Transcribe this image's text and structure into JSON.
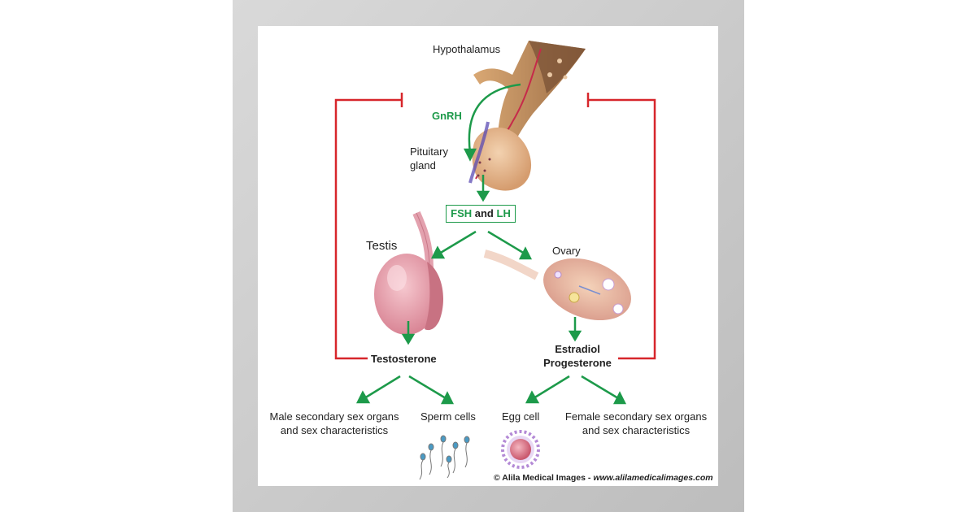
{
  "labels": {
    "hypothalamus": "Hypothalamus",
    "gnrh": "GnRH",
    "pituitary_line1": "Pituitary",
    "pituitary_line2": "gland",
    "fsh": "FSH",
    "and": "and",
    "lh": "LH",
    "testis": "Testis",
    "ovary": "Ovary",
    "testosterone": "Testosterone",
    "estradiol": "Estradiol",
    "progesterone": "Progesterone",
    "male_line1": "Male secondary sex organs",
    "male_line2": "and sex characteristics",
    "sperm": "Sperm cells",
    "egg": "Egg cell",
    "female_line1": "Female secondary sex organs",
    "female_line2": "and sex characteristics"
  },
  "credit": {
    "copyright": "© Alila Medical Images",
    "separator": "-",
    "url": "www.alilamedicalimages.com"
  },
  "colors": {
    "stimulation_arrow": "#1d9a4a",
    "inhibition_line": "#d7262b",
    "frame_gray": "#c9c9c9",
    "tissue_pink": "#e8a3ae",
    "pituitary_tan": "#e7bb91"
  }
}
